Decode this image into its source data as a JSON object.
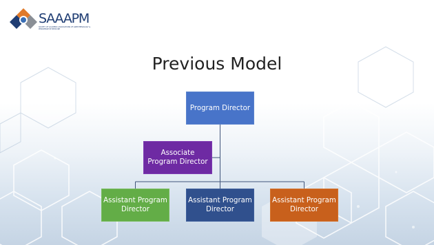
{
  "logo": {
    "wordmark": "SAAAPM",
    "subtitle": "SOCIETY OF ACADEMIC ASSOCIATIONS OF ANESTHESIOLOGY & PERIOPERATIVE MEDICINE"
  },
  "slide": {
    "title": "Previous Model"
  },
  "org_chart": {
    "program_director": "Program Director",
    "associate_program_director": "Associate Program Director",
    "assistants": [
      {
        "label": "Assistant Program Director",
        "color": "#63ad47"
      },
      {
        "label": "Assistant Program Director",
        "color": "#30508d"
      },
      {
        "label": "Assistant Program Director",
        "color": "#c8601c"
      }
    ],
    "colors": {
      "program_director": "#4874c9",
      "associate_program_director": "#6e2aa3",
      "connector": "#40547a"
    }
  }
}
